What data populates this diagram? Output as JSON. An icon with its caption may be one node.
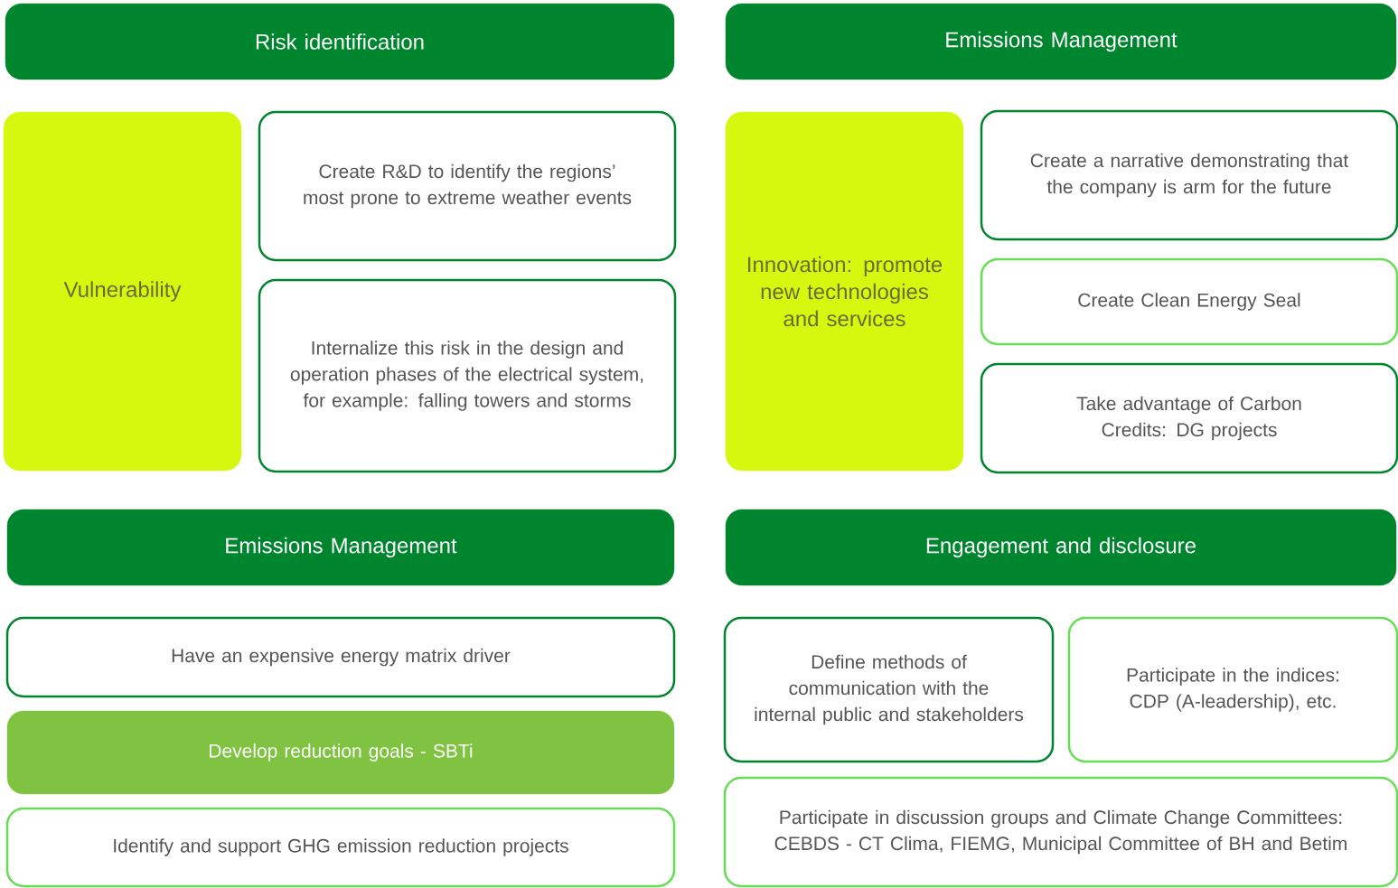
{
  "diagram": {
    "nodes": [
      {
        "text": [
          "Risk identification"
        ]
      },
      {
        "text": [
          "Vulnerability"
        ]
      },
      {
        "text": [
          "Create R&D to identify the regions’ most prone to extreme weather events"
        ]
      },
      {
        "text": [
          "Internalize this risk in the design and operation phases of the electrical system, for example: falling towers and storms"
        ]
      },
      {
        "text": [
          "Emissions Management"
        ]
      },
      {
        "text": [
          "Innovation: promote new technologies and services"
        ]
      },
      {
        "text": [
          "Create a narrative demonstrating that the company is arm for the future"
        ]
      },
      {
        "text": [
          "Create Clean Energy Seal"
        ]
      },
      {
        "text": [
          "Take advantage of Carbon Credits: DG projects"
        ]
      },
      {
        "text": [
          "Emissions Management"
        ]
      },
      {
        "text": [
          "Have an expensive energy matrix driver"
        ]
      },
      {
        "text": [
          "Develop reduction goals - SBTi"
        ]
      },
      {
        "text": [
          "Identify and support GHG emission reduction projects"
        ]
      },
      {
        "text": [
          "Engagement and disclosure"
        ]
      },
      {
        "text": [
          "Define methods of communication with the internal public and stakeholders"
        ]
      },
      {
        "text": [
          "Participate in the indices: CDP (A-leadership), etc."
        ]
      },
      {
        "text": [
          "Participate in discussion groups and Climate Change Committees: CEBDS - CT Clima, FIEMG, Municipal Committee of BH and Betim"
        ]
      }
    ]
  }
}
